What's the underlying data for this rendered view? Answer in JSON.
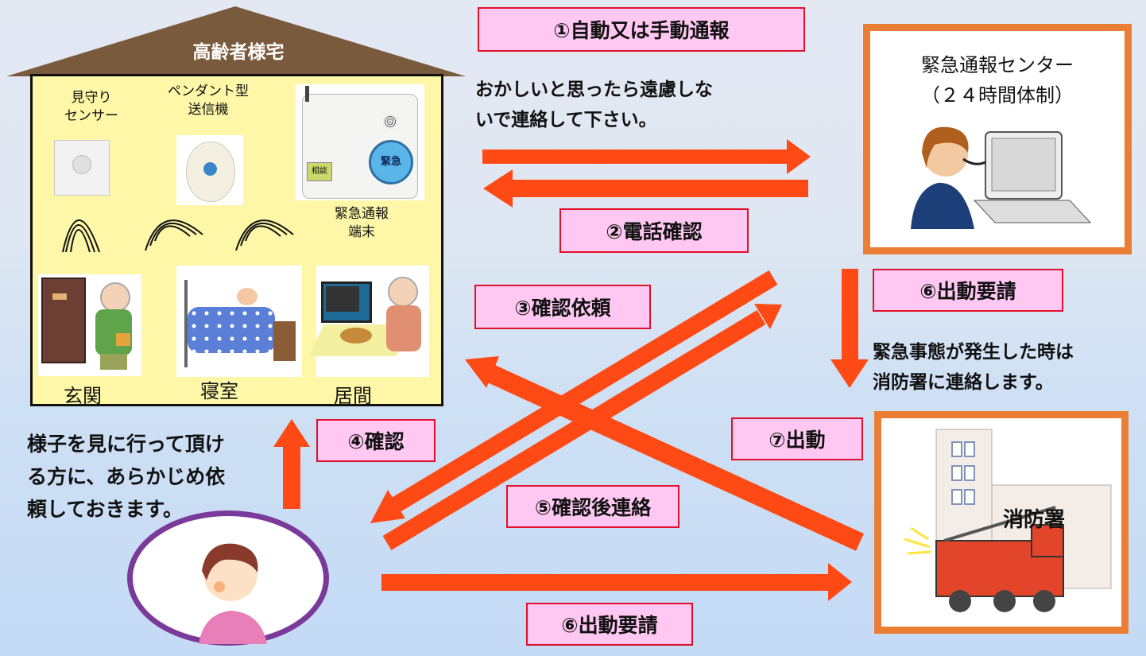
{
  "house": {
    "title": "高齢者様宅",
    "device_labels": {
      "sensor": "見守り\nセンサー",
      "pendant": "ペンダント型\n送信機",
      "terminal": "緊急通報\n端末"
    },
    "terminal_buttons": {
      "small": "相談",
      "emergency": "緊急"
    },
    "rooms": [
      "玄関",
      "寝室",
      "居間"
    ]
  },
  "center": {
    "name": "緊急通報センター",
    "hours": "（２４時間体制）"
  },
  "fire_station": {
    "name": "消防署"
  },
  "steps": {
    "s1": "①自動又は手動通報",
    "s2": "②電話確認",
    "s3": "③確認依頼",
    "s4": "④確認",
    "s5": "⑤確認後連絡",
    "s6a": "⑥出動要請",
    "s6b": "⑥出動要請",
    "s7": "⑦出動"
  },
  "notes": {
    "call": "おかしいと思ったら遠慮しな\nいで連絡して下さい。",
    "emergency": "緊急事態が発生した時は\n消防署に連絡します。",
    "neighbor": "様子を見に行って頂け\nる方に、あらかじめ依\n頼しておきます。"
  },
  "colors": {
    "arrow": "#ff4a16",
    "label_fill": "#ffc8f2",
    "label_border": "#e0102a",
    "house_fill": "#fff7a8",
    "roof": "#7a5a3c",
    "center_border": "#ea7e35",
    "neighbor_border": "#7a3a9a"
  }
}
